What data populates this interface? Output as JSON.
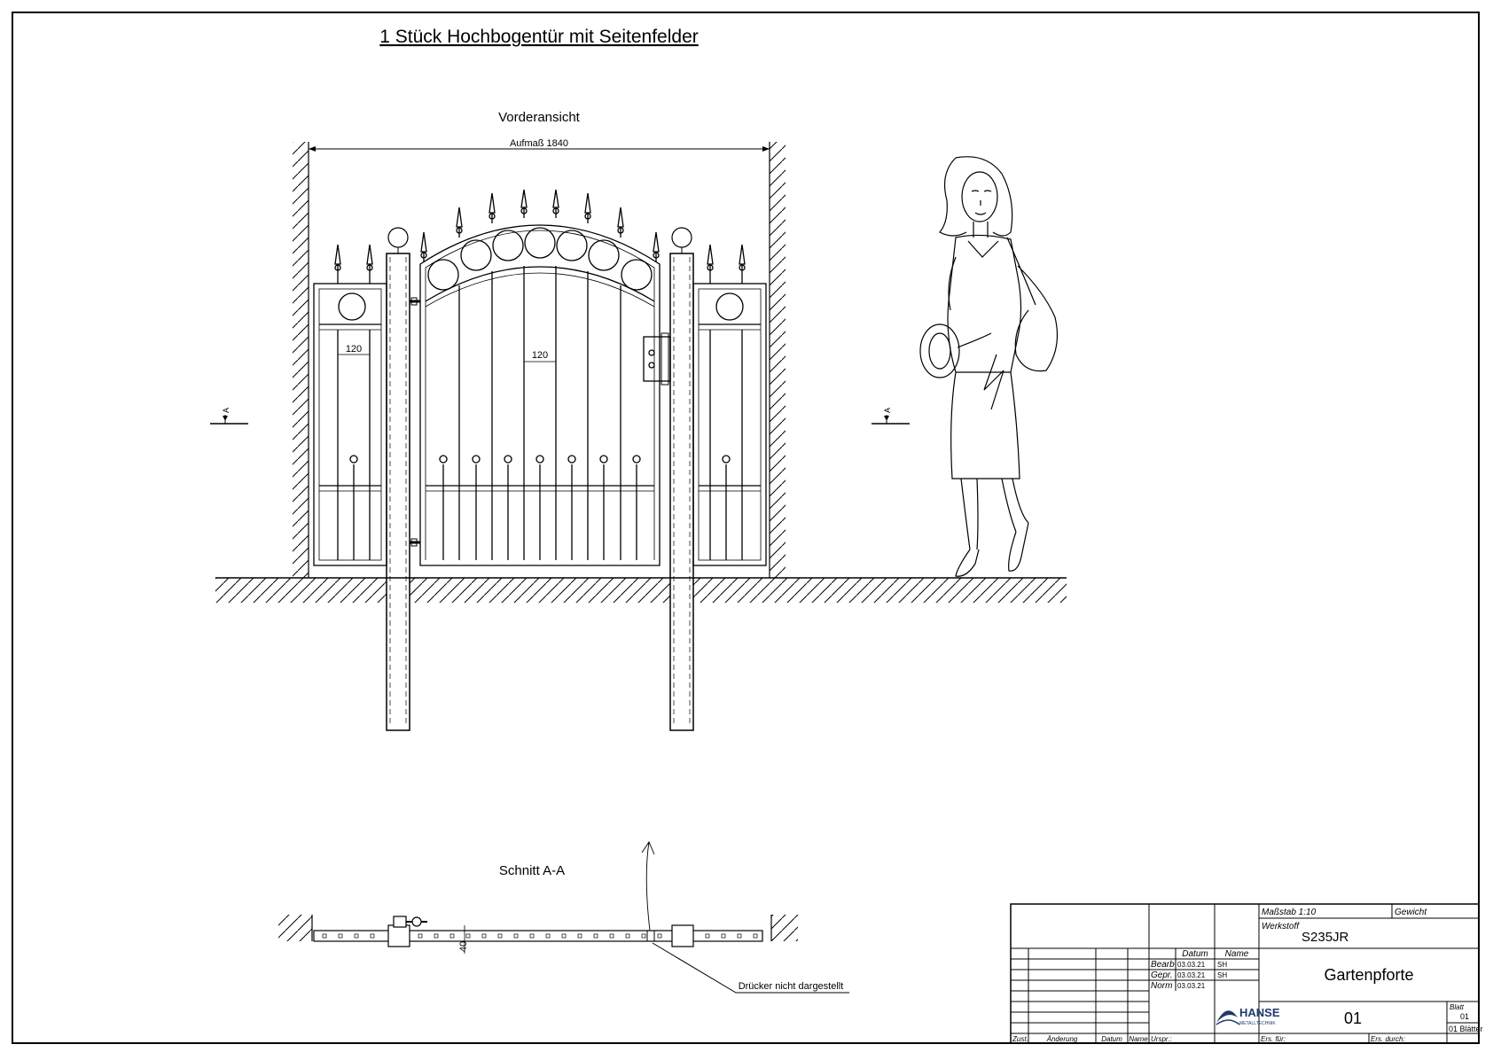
{
  "title": "1 Stück Hochbogentür mit Seitenfelder",
  "front_view": {
    "label": "Vorderansicht",
    "overall_dim": "Aufmaß 1840",
    "dim_left": "120",
    "dim_center": "120",
    "section_mark": "A"
  },
  "section_view": {
    "label": "Schnitt A-A",
    "dim": "40",
    "note": "Drücker nicht dargestellt"
  },
  "title_block": {
    "scale": "Maßstab 1:10",
    "weight": "Gewicht",
    "material_label": "Werkstoff",
    "material": "S235JR",
    "col_datum": "Datum",
    "col_name": "Name",
    "rows": [
      {
        "label": "Bearb",
        "date": "03.03.21",
        "name": "SH"
      },
      {
        "label": "Gepr.",
        "date": "03.03.21",
        "name": "SH"
      },
      {
        "label": "Norm",
        "date": "03.03.21",
        "name": ""
      }
    ],
    "drawing_name": "Gartenpforte",
    "drawing_no": "01",
    "sheet_label": "Blatt",
    "sheet_no": "01",
    "sheets_total": "01 Blätter",
    "company": "HANSE",
    "company_sub": "METALLTECHNIK",
    "footer": {
      "zust": "Zust.",
      "aenderung": "Änderung",
      "datum": "Datum",
      "name": "Name",
      "urspr": "Urspr.:",
      "ers_fuer": "Ers. für:",
      "ers_durch": "Ers. durch:"
    }
  }
}
